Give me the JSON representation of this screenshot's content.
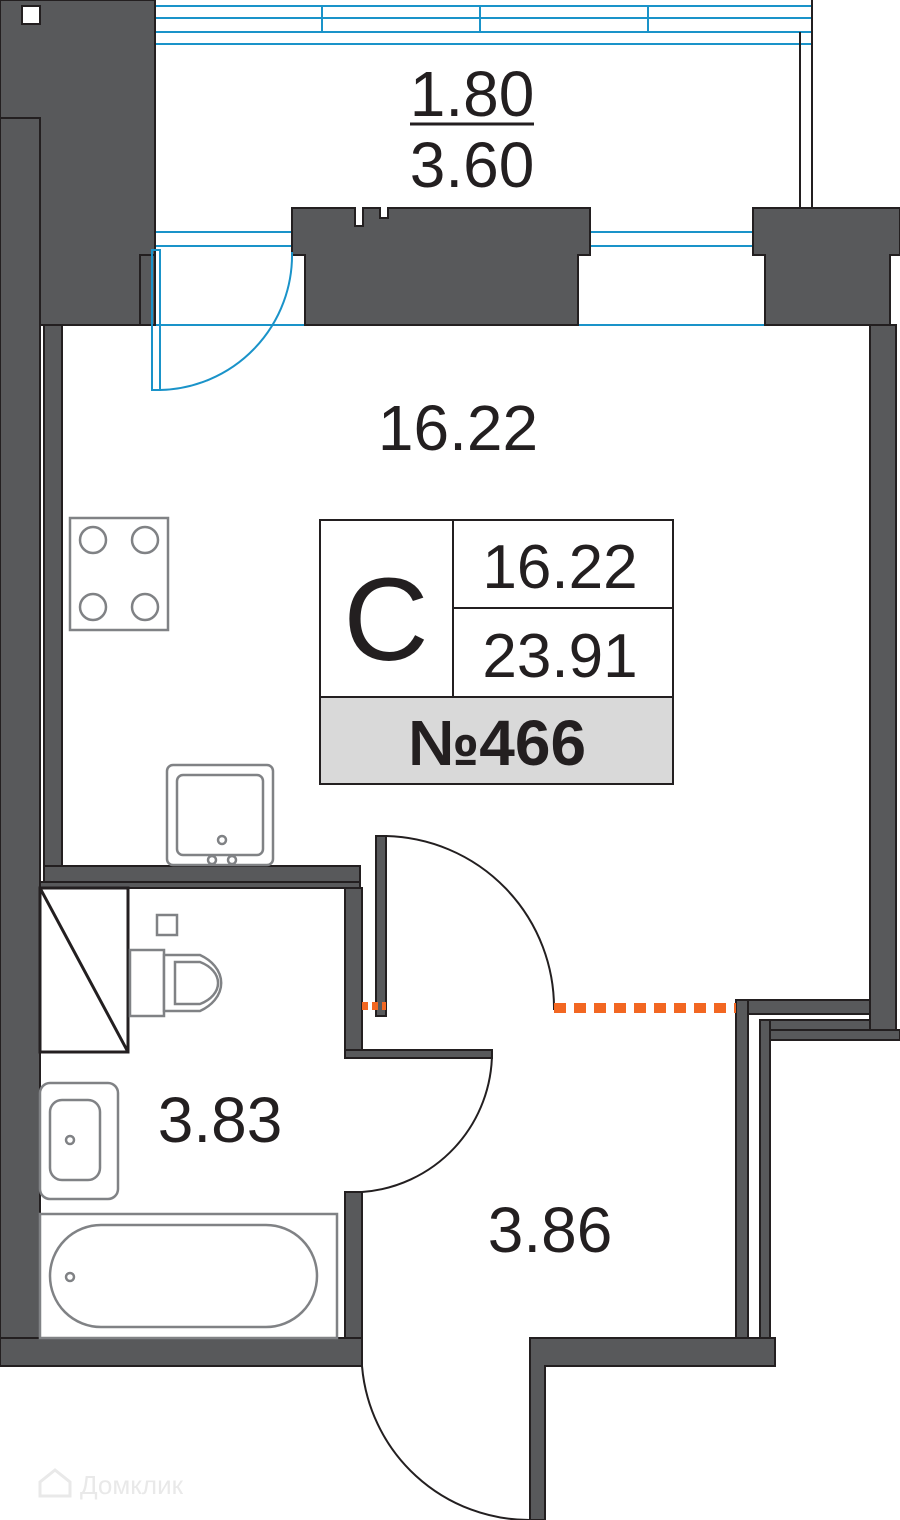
{
  "balcony": {
    "area_min": "1.80",
    "area_max": "3.60"
  },
  "rooms": {
    "living": {
      "area": "16.22"
    },
    "bathroom": {
      "area": "3.83"
    },
    "hallway": {
      "area": "3.86"
    }
  },
  "summary": {
    "type_letter": "C",
    "living_area": "16.22",
    "total_area": "23.91",
    "apartment_number": "№466"
  },
  "watermark": {
    "text": "Домклик"
  },
  "colors": {
    "wall": "#58595b",
    "glazing": "#1a93c9",
    "threshold": "#f26722",
    "badge_bg": "#d9d9d9",
    "fixture_stroke": "#808285"
  }
}
